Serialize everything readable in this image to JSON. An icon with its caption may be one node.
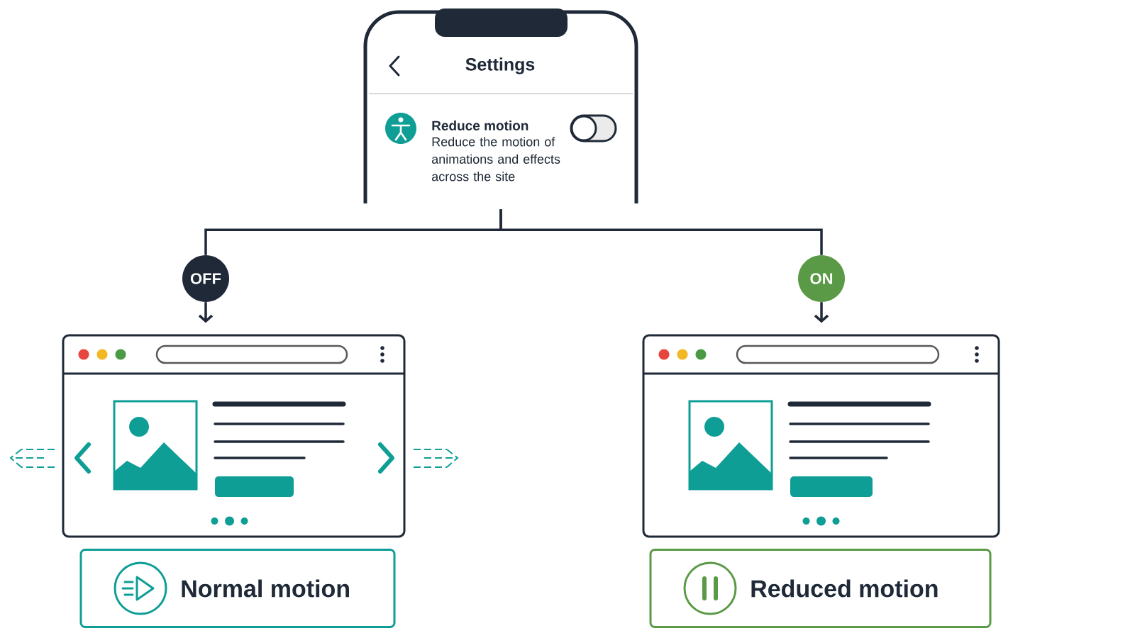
{
  "diagram": {
    "nodes": [
      {
        "text": [
          "Settings"
        ]
      },
      {
        "text": [
          "Reduce motion",
          "Reduce the motion of animations and effects across the site"
        ],
        "in": 0
      },
      {
        "text": [
          "OFF"
        ]
      },
      {
        "text": [
          "ON"
        ]
      },
      {
        "text": [],
        "shape": "box"
      },
      {
        "text": [],
        "shape": "box"
      },
      {
        "text": [
          "Normal motion"
        ]
      },
      {
        "text": [
          "Reduced motion"
        ]
      }
    ],
    "edges": [
      {
        "from": 0,
        "to": 2,
        "arrow": "none"
      },
      {
        "from": 0,
        "to": 3,
        "arrow": "none"
      },
      {
        "from": 2,
        "to": 4,
        "arrow": "to"
      },
      {
        "from": 3,
        "to": 5,
        "arrow": "to"
      }
    ]
  }
}
